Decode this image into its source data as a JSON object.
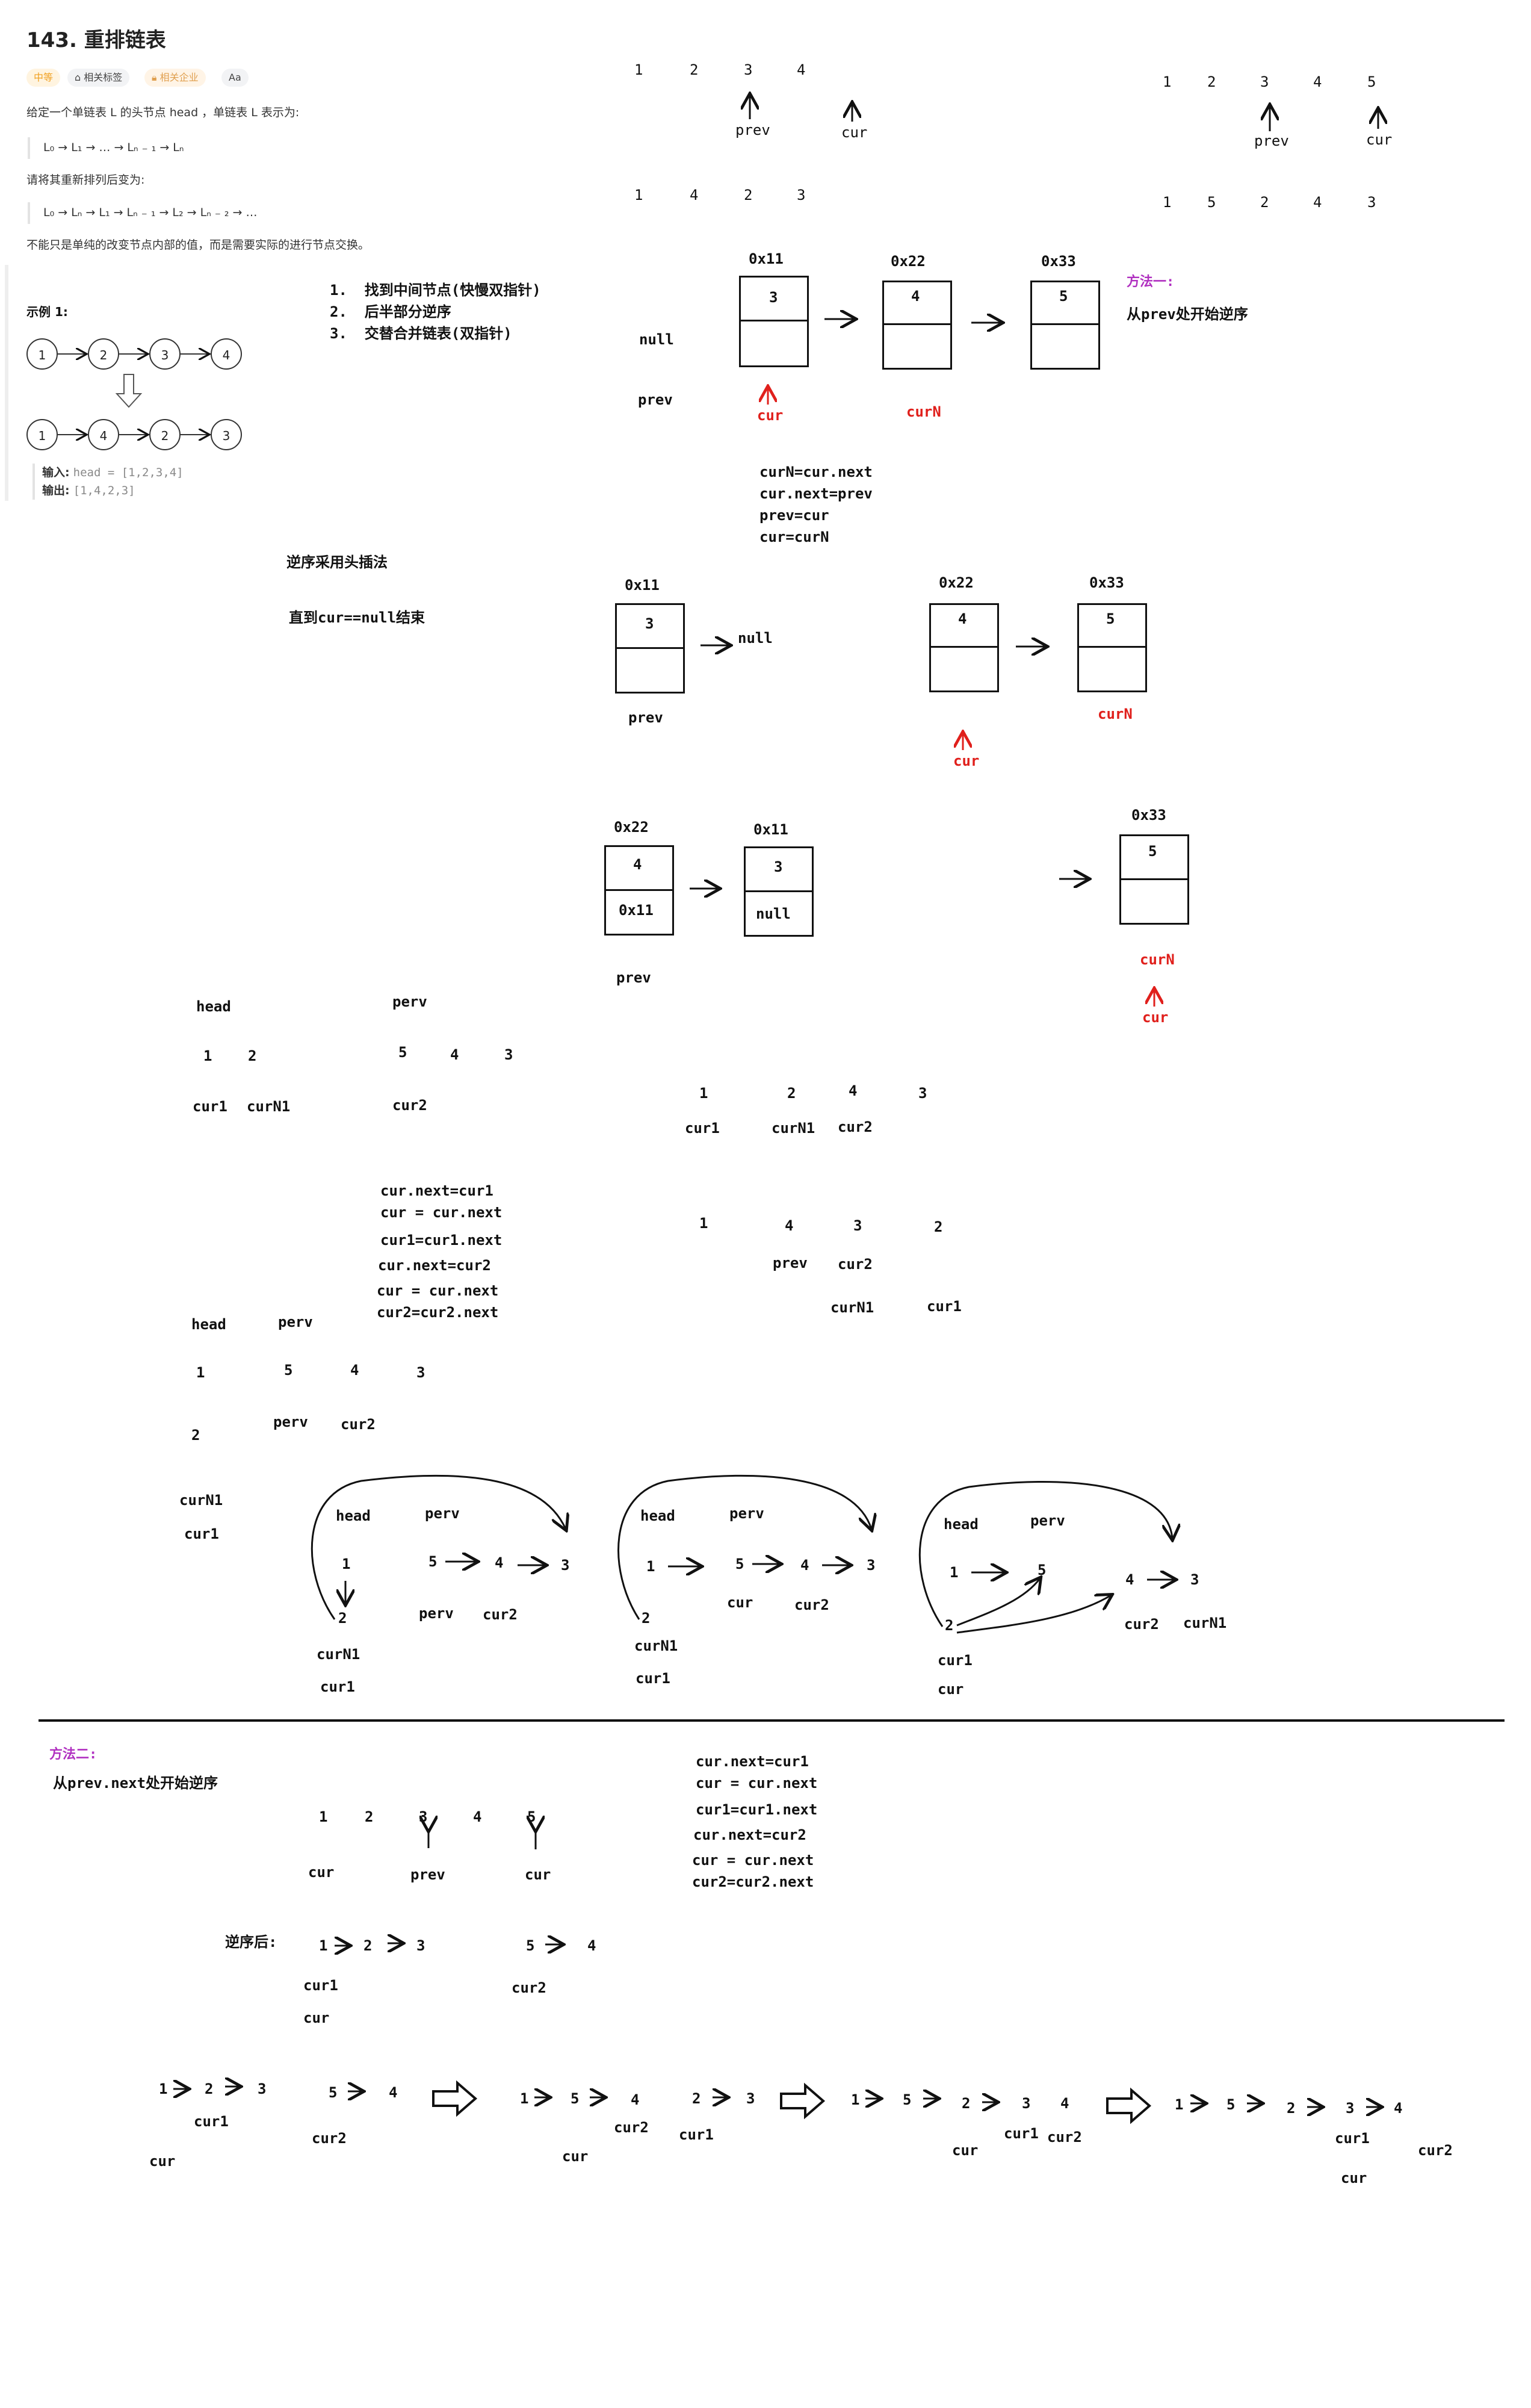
{
  "problem": {
    "title": "143. 重排链表",
    "tags": [
      "中等",
      "相关标签",
      "相关企业",
      "Aa"
    ],
    "description": "给定一个单链表 L 的头节点 head ，单链表 L 表示为:",
    "formula1": "L₀ → L₁ → … → Lₙ ₋ ₁ → Lₙ",
    "description2": "请将其重新排列后变为:",
    "formula2": "L₀ → Lₙ → L₁ → Lₙ ₋ ₁ → L₂ → Lₙ ₋ ₂ → …",
    "description3": "不能只是单纯的改变节点内部的值，而是需要实际的进行节点交换。",
    "example_label": "示例 1:",
    "example_before": [
      "1",
      "2",
      "3",
      "4"
    ],
    "example_after": [
      "1",
      "4",
      "2",
      "3"
    ],
    "input_label": "输入:",
    "input_value": "head = [1,2,3,4]",
    "output_label": "输出:",
    "output_value": "[1,4,2,3]"
  },
  "steps": [
    "1.  找到中间节点(快慢双指针)",
    "2.  后半部分逆序",
    "3.  交替合并链表(双指针)"
  ],
  "method1": {
    "label": "方法一:",
    "desc": "从prev处开始逆序"
  },
  "method2": {
    "label": "方法二:",
    "desc": "从prev.next处开始逆序"
  },
  "texts": {
    "null": "null",
    "prev": "prev",
    "cur": "cur",
    "curN": "curN",
    "cur1": "cur1",
    "cur2": "cur2",
    "curN1": "curN1",
    "head": "head",
    "perv": "perv",
    "addr11": "0x11",
    "addr22": "0x22",
    "addr33": "0x33",
    "reverse_note": "逆序采用头插法",
    "until_note": "直到cur==null结束",
    "after_reverse": "逆序后:"
  },
  "code_reverse": [
    "curN=cur.next",
    "cur.next=prev",
    "prev=cur",
    "cur=curN"
  ],
  "code_merge": [
    "cur.next=cur1",
    "cur = cur.next",
    "cur1=cur1.next",
    "cur.next=cur2",
    "cur = cur.next",
    "cur2=cur2.next"
  ],
  "digits": {
    "d1": "1",
    "d2": "2",
    "d3": "3",
    "d4": "4",
    "d5": "5"
  }
}
